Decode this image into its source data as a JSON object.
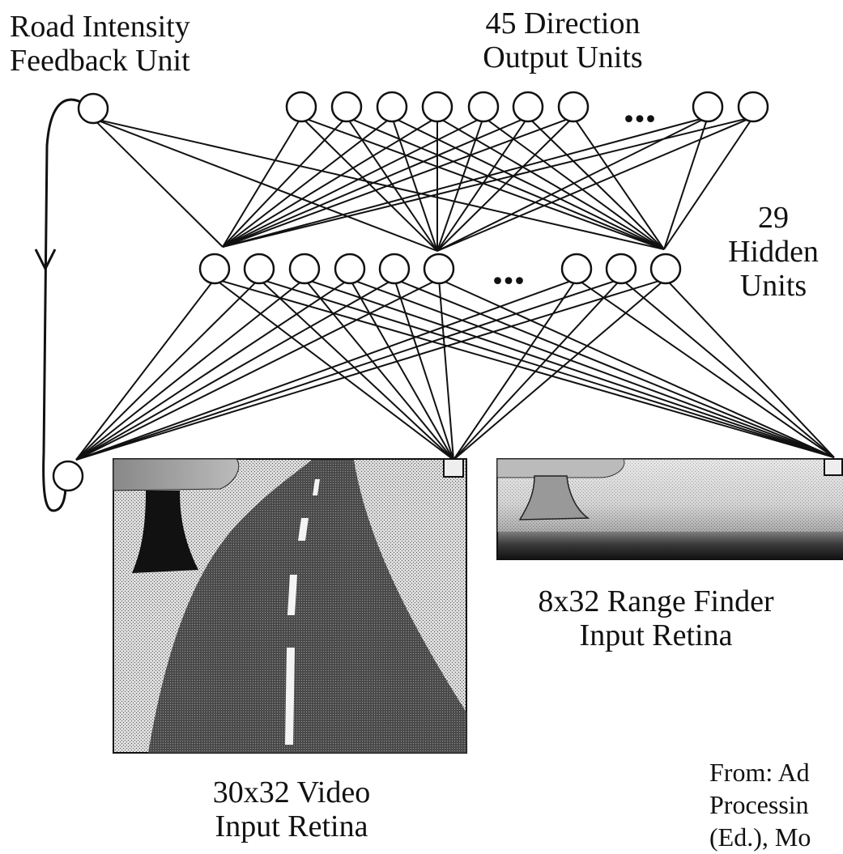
{
  "labels": {
    "feedback_line1": "Road Intensity",
    "feedback_line2": "Feedback Unit",
    "output_line1": "45 Direction",
    "output_line2": "Output Units",
    "hidden_line1": "29",
    "hidden_line2": "Hidden",
    "hidden_line3": "Units",
    "range_line1": "8x32 Range Finder",
    "range_line2": "Input Retina",
    "video_line1": "30x32 Video",
    "video_line2": "Input Retina",
    "ellipsis_output": "...",
    "ellipsis_hidden": "..."
  },
  "source_note": [
    "From: Ad",
    "Processin",
    "(Ed.), Mo"
  ]
}
